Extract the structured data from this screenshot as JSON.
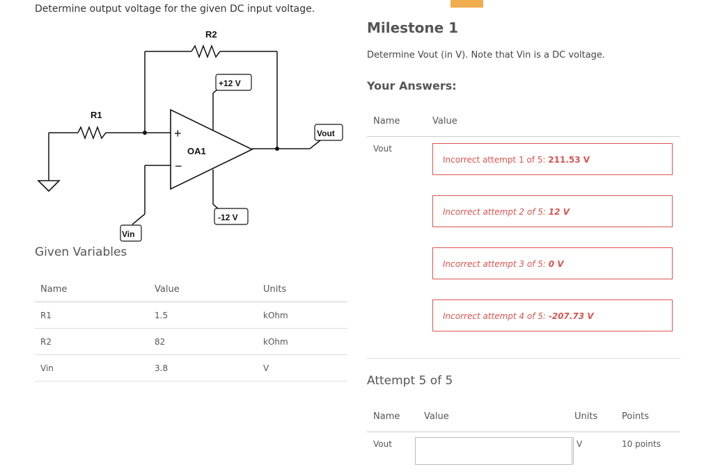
{
  "problem_statement": "Determine output voltage for the given DC input voltage.",
  "circuit": {
    "r1_label": "R1",
    "r2_label": "R2",
    "opamp_label": "OA1",
    "plus_sign": "+",
    "minus_sign": "−",
    "vpos_label": "+12 V",
    "vneg_label": "-12 V",
    "vin_label": "Vin",
    "vout_label": "Vout"
  },
  "given_variables": {
    "title": "Given Variables",
    "headers": {
      "name": "Name",
      "value": "Value",
      "units": "Units"
    },
    "rows": [
      {
        "name": "R1",
        "value": "1.5",
        "units": "kOhm"
      },
      {
        "name": "R2",
        "value": "82",
        "units": "kOhm"
      },
      {
        "name": "Vin",
        "value": "3.8",
        "units": "V"
      }
    ]
  },
  "milestone": {
    "title": "Milestone 1",
    "description": "Determine Vout (in V).  Note that Vin is a DC voltage.",
    "answers_title": "Your Answers:",
    "headers": {
      "name": "Name",
      "value": "Value"
    },
    "answer_name": "Vout",
    "attempts": [
      {
        "prefix": "Incorrect attempt 1 of 5: ",
        "value": "211.53 V",
        "italic": false
      },
      {
        "prefix": "Incorrect attempt 2 of 5: ",
        "value": "12 V",
        "italic": true
      },
      {
        "prefix": "Incorrect attempt 3 of 5: ",
        "value": "0 V",
        "italic": true
      },
      {
        "prefix": "Incorrect attempt 4 of 5: ",
        "value": "-207.73 V",
        "italic": true
      }
    ]
  },
  "attempt5": {
    "title": "Attempt 5 of 5",
    "headers": {
      "name": "Name",
      "value": "Value",
      "units": "Units",
      "points": "Points"
    },
    "name": "Vout",
    "input_value": "",
    "units": "V",
    "points": "10 points"
  },
  "colors": {
    "error": "#d9534f",
    "accent_tab": "#f0ad4e"
  }
}
